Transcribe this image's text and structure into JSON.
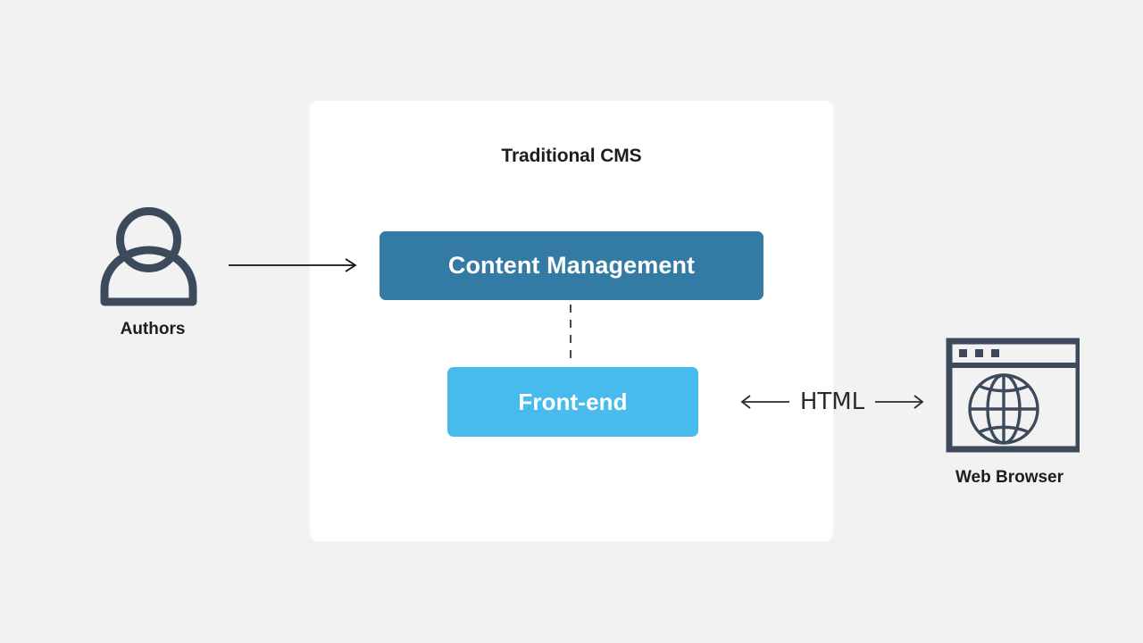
{
  "diagram": {
    "background_color": "#f2f2f2",
    "card": {
      "title": "Traditional CMS",
      "background_color": "#ffffff"
    },
    "nodes": [
      {
        "id": "content-management",
        "label": "Content Management",
        "color": "#337ba4",
        "text_color": "#ffffff"
      },
      {
        "id": "front-end",
        "label": "Front-end",
        "color": "#47bbee",
        "text_color": "#ffffff"
      }
    ],
    "actors": [
      {
        "id": "authors",
        "label": "Authors",
        "icon": "person-icon",
        "color": "#3d4a5c"
      },
      {
        "id": "web-browser",
        "label": "Web Browser",
        "icon": "browser-window-globe-icon",
        "color": "#3d4a5c"
      }
    ],
    "connectors": [
      {
        "id": "authors-to-cms",
        "label": "",
        "style": "solid",
        "direction": "right",
        "color": "#111111"
      },
      {
        "id": "cms-to-frontend",
        "label": "",
        "style": "dashed",
        "direction": "none",
        "color": "#3d4a5c"
      },
      {
        "id": "frontend-to-browser",
        "label": "HTML",
        "style": "solid",
        "direction": "bidirectional",
        "color": "#2b2b2b"
      }
    ]
  }
}
